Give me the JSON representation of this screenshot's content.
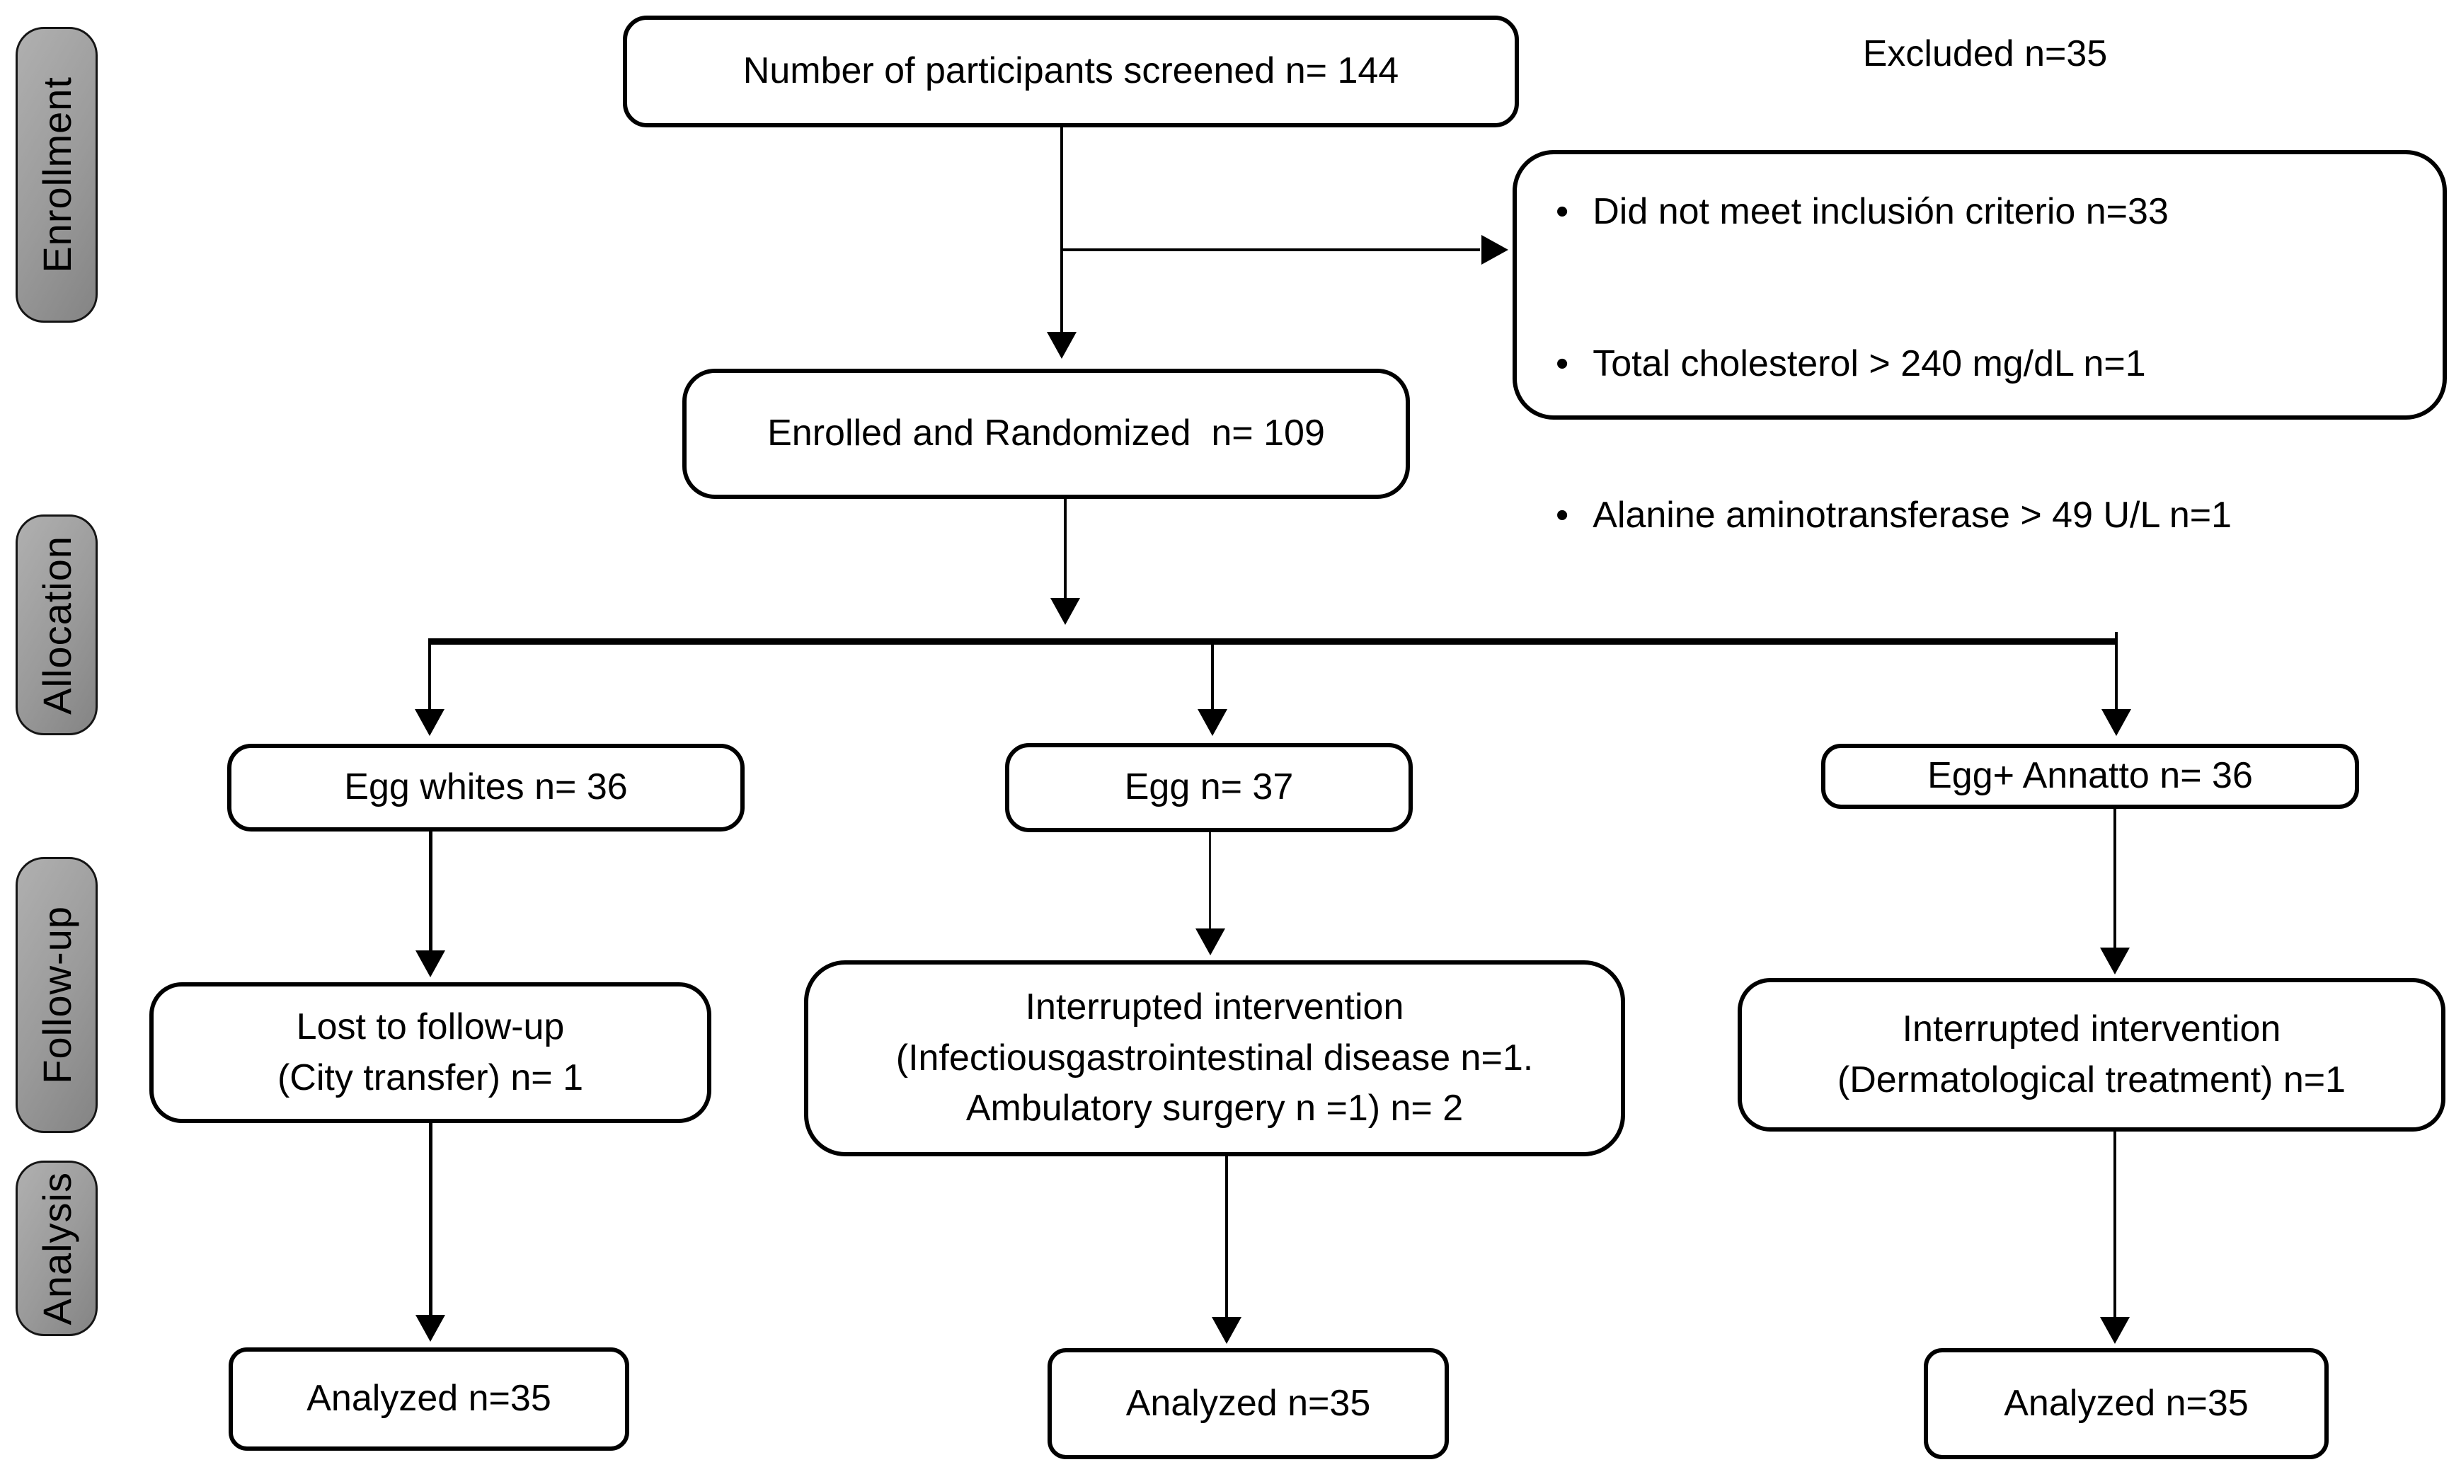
{
  "bullet_char": "•",
  "stages": {
    "enrollment": "Enrollment",
    "allocation": "Allocation",
    "followup": "Follow-up",
    "analysis": "Analysis"
  },
  "nodes": {
    "screened": "Number of participants screened n= 144",
    "excluded_title": "Excluded n=35",
    "excluded_bullets": [
      "Did not meet inclusión criterio n=33",
      "Total cholesterol > 240 mg/dL n=1",
      "Alanine aminotransferase > 49 U/L n=1"
    ],
    "enrolled": "Enrolled and Randomized  n= 109",
    "arm_egg_whites": "Egg whites n= 36",
    "arm_egg": "Egg n= 37",
    "arm_egg_annatto": "Egg+ Annatto n= 36",
    "followup_egg_whites_lines": [
      "Lost to follow-up",
      "(City transfer) n= 1"
    ],
    "followup_egg_lines": [
      "Interrupted intervention",
      "(Infectiousgastrointestinal disease n=1.",
      "Ambulatory surgery n =1) n= 2"
    ],
    "followup_egg_annatto_lines": [
      "Interrupted intervention",
      "(Dermatological treatment) n=1"
    ],
    "analyzed_egg_whites": "Analyzed n=35",
    "analyzed_egg": "Analyzed n=35",
    "analyzed_egg_annatto": "Analyzed n=35"
  },
  "colors": {
    "stage_fill_light": "#b0b0b0",
    "stage_fill_dark": "#848484",
    "box_border": "#000000",
    "text": "#000000",
    "background": "#ffffff"
  }
}
